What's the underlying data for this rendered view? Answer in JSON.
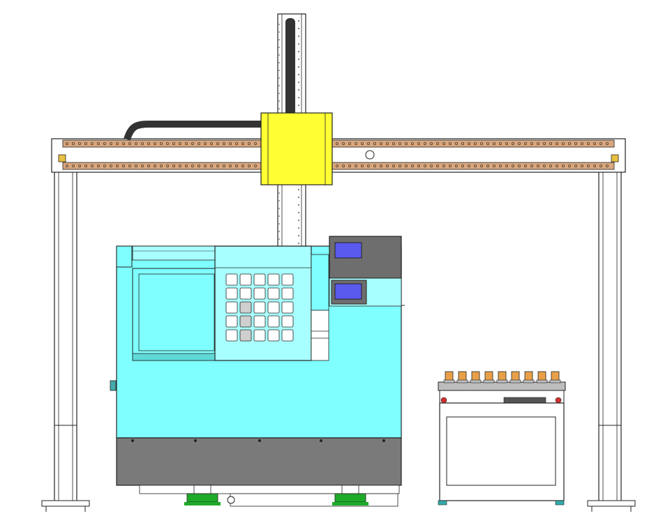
{
  "colors": {
    "background": "#ffffff",
    "outline": "#222222",
    "frame": "#ffffff",
    "rail_strip": "#d9a77f",
    "rail_dots": "#4a3a2a",
    "carriage": "#ffff33",
    "cable": "#333333",
    "machine_body": "#7fffff",
    "machine_panel": "#a8ffff",
    "machine_base": "#7a7a7a",
    "control_panel": "#6e6e6e",
    "screen": "#5a5aee",
    "tray_cones": "#e8a048",
    "feet": "#1faa2a",
    "tray_body": "#ffffff",
    "tray_top": "#bdbdbd"
  },
  "icons": {
    "front_handle": "handle-icon",
    "leveling_foot": "leveling-foot-icon",
    "tray_bolt": "bolt-icon"
  },
  "components": {
    "keypad_rows": 5,
    "keypad_cols": 5,
    "pallet_count": 9,
    "rail_bolt_pitch": 9
  }
}
